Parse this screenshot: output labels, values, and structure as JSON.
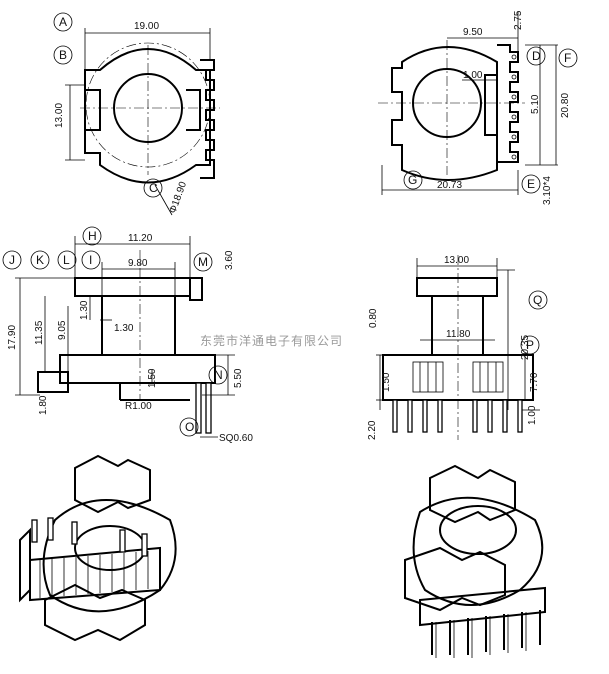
{
  "labels": {
    "A": "A",
    "B": "B",
    "C": "C",
    "D": "D",
    "E": "E",
    "F": "F",
    "G": "G",
    "H": "H",
    "I": "I",
    "J": "J",
    "K": "K",
    "L": "L",
    "M": "M",
    "N": "N",
    "O": "O",
    "P": "P",
    "Q": "Q"
  },
  "dims": {
    "top_left_width": "19.00",
    "top_left_height": "13.00",
    "top_left_diameter": "Φ18.90",
    "top_right_half": "9.50",
    "top_right_t": "2.75",
    "top_right_gap": "1.00",
    "top_right_pitch": "5.10",
    "top_right_height": "20.80",
    "top_right_width": "20.73",
    "top_right_pin": "3.10*4",
    "side_flange": "11.20",
    "side_inner": "9.80",
    "side_m": "3.60",
    "side_height": "17.90",
    "side_1135": "11.35",
    "side_905": "9.05",
    "side_130a": "1.30",
    "side_130b": "1.30",
    "side_150": "1.50",
    "side_550": "5.50",
    "side_180": "1.80",
    "side_r": "R1.00",
    "side_sq": "SQ0.60",
    "front_width": "13.00",
    "front_080": "0.80",
    "front_1180": "11.80",
    "front_height": "20.35",
    "front_150": "1.50",
    "front_770": "7.70",
    "front_220": "2.20",
    "front_100": "1.00"
  },
  "watermark": "东莞市洋通电子有限公司"
}
